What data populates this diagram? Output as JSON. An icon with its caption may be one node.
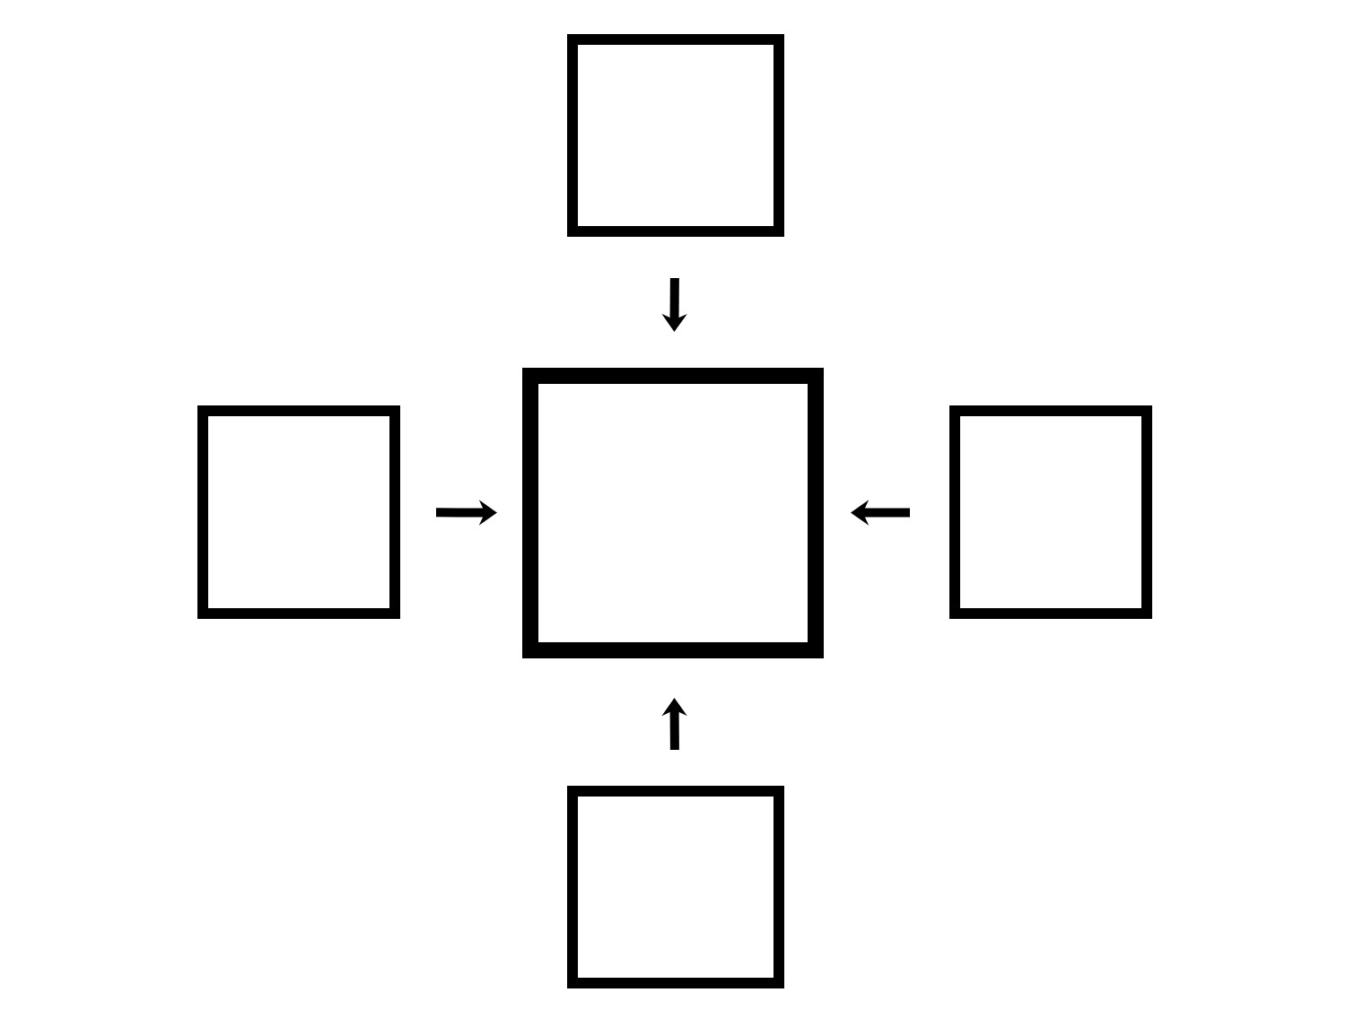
{
  "diagram": {
    "nodes": [
      {
        "text": [],
        "shape": "box"
      },
      {
        "text": [],
        "shape": "box"
      },
      {
        "text": [],
        "shape": "box"
      },
      {
        "text": [],
        "shape": "box"
      },
      {
        "text": [],
        "shape": "box"
      }
    ],
    "edges": [
      {
        "from": 0,
        "to": 2,
        "arrow": "to"
      },
      {
        "from": 1,
        "to": 2,
        "arrow": "to"
      },
      {
        "from": 3,
        "to": 2,
        "arrow": "to"
      },
      {
        "from": 4,
        "to": 2,
        "arrow": "to"
      }
    ]
  }
}
